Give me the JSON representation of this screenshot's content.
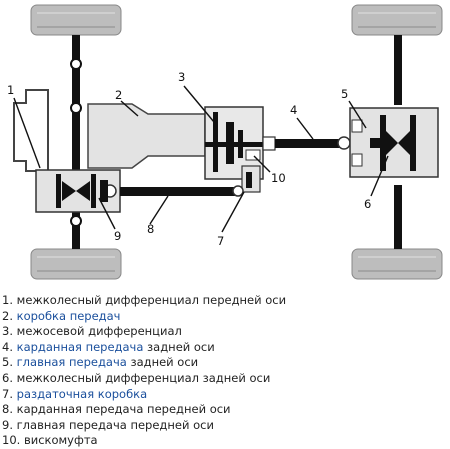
{
  "diagram": {
    "callouts": [
      {
        "id": "1",
        "text": "1"
      },
      {
        "id": "2",
        "text": "2"
      },
      {
        "id": "3",
        "text": "3"
      },
      {
        "id": "4",
        "text": "4"
      },
      {
        "id": "5",
        "text": "5"
      },
      {
        "id": "6",
        "text": "6"
      },
      {
        "id": "7",
        "text": "7"
      },
      {
        "id": "8",
        "text": "8"
      },
      {
        "id": "9",
        "text": "9"
      },
      {
        "id": "10",
        "text": "10"
      }
    ]
  },
  "legend": [
    {
      "num": "1.",
      "link": "",
      "rest": "межколесный дифференциал передней оси"
    },
    {
      "num": "2.",
      "link": "коробка передач",
      "rest": ""
    },
    {
      "num": "3.",
      "link": "",
      "rest": "межосевой дифференциал"
    },
    {
      "num": "4.",
      "link": "карданная передача",
      "rest": " задней оси"
    },
    {
      "num": "5.",
      "link": "главная передача",
      "rest": " задней оси"
    },
    {
      "num": "6.",
      "link": "",
      "rest": "межколесный дифференциал задней оси"
    },
    {
      "num": "7.",
      "link": "раздаточная коробка",
      "rest": ""
    },
    {
      "num": "8.",
      "link": "",
      "rest": "карданная передача передней оси"
    },
    {
      "num": "9.",
      "link": "",
      "rest": "главная передача передней оси"
    },
    {
      "num": "10.",
      "link": "",
      "rest": "вискомуфта"
    }
  ],
  "colors": {
    "link": "#1a4f9c",
    "tire": "#b8b8b8",
    "part": "#e2e2e2",
    "dark": "#111111"
  }
}
